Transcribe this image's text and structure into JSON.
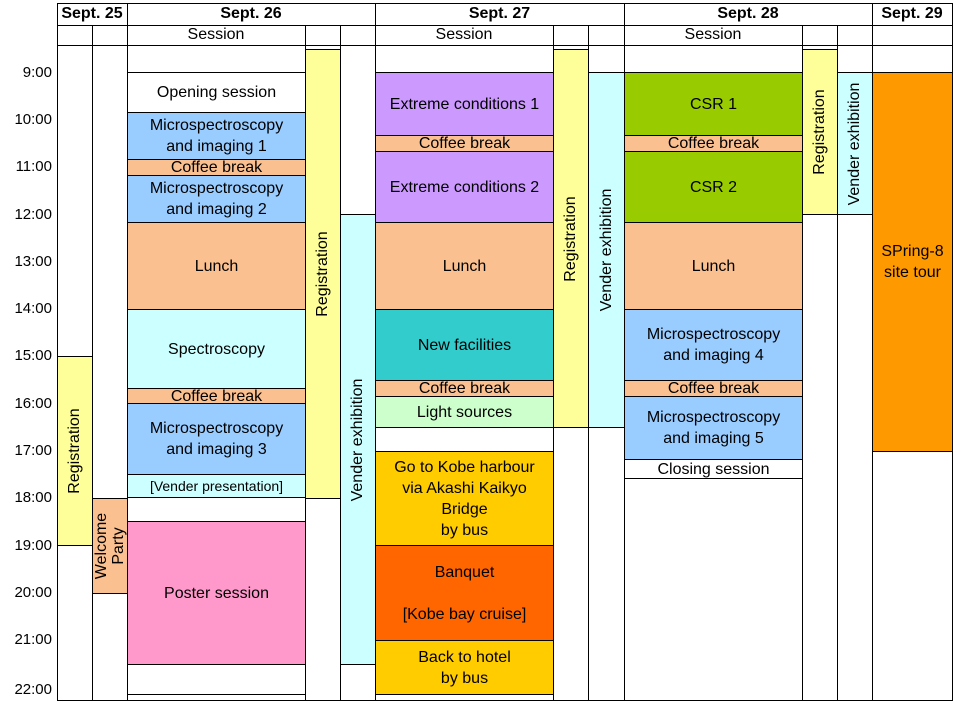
{
  "colors": {
    "purple": "#cc99ff",
    "blue": "#99ccff",
    "peach": "#fac090",
    "cyan": "#ccffff",
    "yellow": "#ffff99",
    "green": "#99cc00",
    "teal": "#33cccc",
    "lightgreen": "#ccffcc",
    "gold": "#ffcc00",
    "orange": "#ff6600",
    "tour": "#ff9900",
    "pink": "#ff99cc",
    "white": "#ffffff"
  },
  "days": [
    "Sept. 25",
    "Sept. 26",
    "Sept. 27",
    "Sept. 28",
    "Sept. 29"
  ],
  "session_label": "Session",
  "times": [
    "9:00",
    "10:00",
    "11:00",
    "12:00",
    "13:00",
    "14:00",
    "15:00",
    "16:00",
    "17:00",
    "18:00",
    "19:00",
    "20:00",
    "21:00",
    "22:00"
  ],
  "events": {
    "d25_registration": "Registration",
    "d25_welcome": "Welcome\nParty",
    "d26_opening": "Opening session",
    "d26_micro1": "Microspectroscopy\nand imaging 1",
    "d26_coffee1": "Coffee break",
    "d26_micro2": "Microspectroscopy\nand imaging 2",
    "d26_lunch": "Lunch",
    "d26_spectroscopy": "Spectroscopy",
    "d26_coffee2": "Coffee break",
    "d26_micro3": "Microspectroscopy\nand imaging 3",
    "d26_vender_pres": "[Vender presentation]",
    "d26_poster": "Poster session",
    "d26_registration": "Registration",
    "d26_vender": "Vender exhibition",
    "d27_extreme1": "Extreme conditions 1",
    "d27_coffee1": "Coffee break",
    "d27_extreme2": "Extreme conditions 2",
    "d27_lunch": "Lunch",
    "d27_newfac": "New facilities",
    "d27_coffee2": "Coffee break",
    "d27_light": "Light sources",
    "d27_kobe": "Go to Kobe harbour\nvia Akashi Kaikyo\nBridge\nby bus",
    "d27_banquet": "Banquet\n\n[Kobe bay cruise]",
    "d27_back": "Back to hotel\nby bus",
    "d27_registration": "Registration",
    "d27_vender": "Vender exhibition",
    "d28_csr1": "CSR 1",
    "d28_coffee1": "Coffee break",
    "d28_csr2": "CSR 2",
    "d28_lunch": "Lunch",
    "d28_micro4": "Microspectroscopy\nand imaging 4",
    "d28_coffee2": "Coffee break",
    "d28_micro5": "Microspectroscopy\nand imaging 5",
    "d28_closing": "Closing session",
    "d28_registration": "Registration",
    "d28_vender": "Vender exhibition",
    "d29_tour": "SPring-8\nsite tour"
  }
}
